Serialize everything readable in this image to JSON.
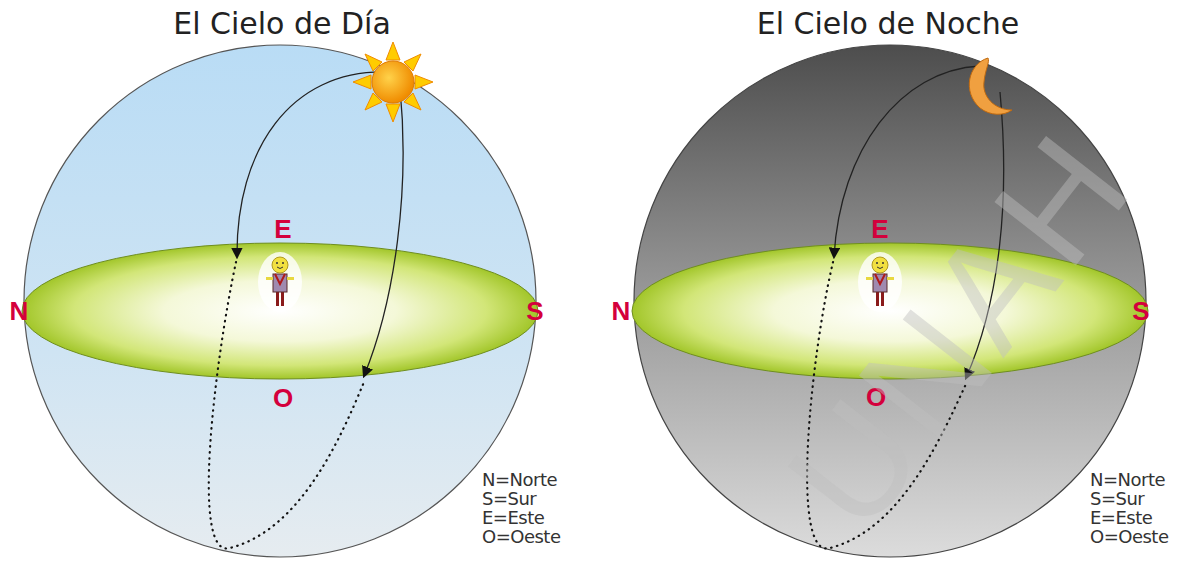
{
  "diagram": {
    "labels": [
      "El Cielo de Día",
      "El Cielo de Noche",
      "E",
      "N",
      "S",
      "O",
      "N=Norte",
      "S=Sur",
      "E=Este",
      "O=Oeste",
      "E",
      "N",
      "S",
      "O",
      "N=Norte",
      "S=Sur",
      "E=Este",
      "O=Oeste",
      "UNAH"
    ]
  }
}
